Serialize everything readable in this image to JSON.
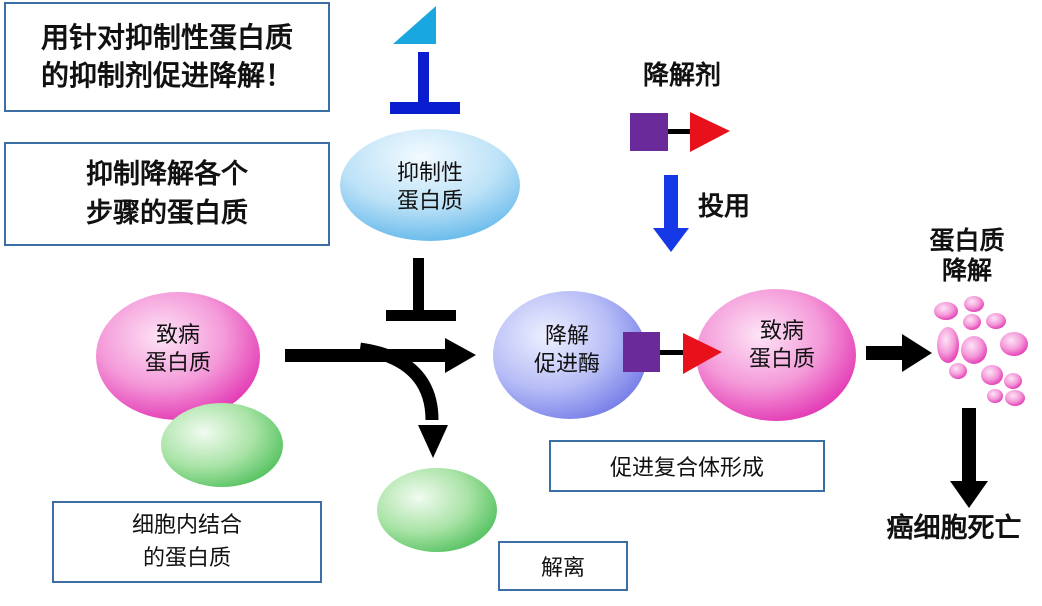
{
  "notes": {
    "top_left_line1": "用针对抑制性蛋白质",
    "top_left_line2": "的抑制剂促进降解！",
    "mid_left_line1": "抑制降解各个",
    "mid_left_line2": "步骤的蛋白质",
    "bound_protein_line1": "细胞内结合",
    "bound_protein_line2": "的蛋白质",
    "complex_formation": "促进复合体形成",
    "dissociation": "解离"
  },
  "nodes": {
    "inhibitory_protein_line1": "抑制性",
    "inhibitory_protein_line2": "蛋白质",
    "pathogenic_protein_line1": "致病",
    "pathogenic_protein_line2": "蛋白质",
    "degradation_enzyme_line1": "降解",
    "degradation_enzyme_line2": "促进酶",
    "target_protein_line1": "致病",
    "target_protein_line2": "蛋白质"
  },
  "labels": {
    "degrader": "降解剂",
    "administer": "投用",
    "protein_degradation_line1": "蛋白质",
    "protein_degradation_line2": "降解",
    "cell_death": "癌细胞死亡"
  },
  "colors": {
    "box_border": "#3a6ea5",
    "inhibitor_blue": "#0a1ecf",
    "arrow_blue": "#1538e6",
    "triangle_cyan": "#19a7e0",
    "degrader_square": "#6a2a9a",
    "degrader_triangle": "#e8101a",
    "pink": "#ea3fb8",
    "green": "#5cc86a",
    "light_blue": "#7cc3ee",
    "lavender": "#7f85e8"
  }
}
